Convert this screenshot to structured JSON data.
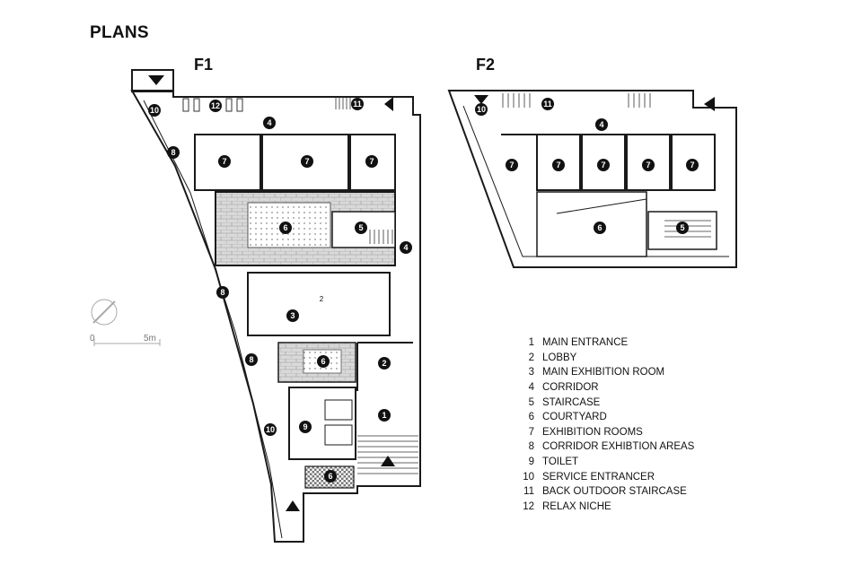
{
  "title": "PLANS",
  "floors": [
    {
      "label": "F1"
    },
    {
      "label": "F2"
    }
  ],
  "scale_bar": {
    "start": "0",
    "end": "5m"
  },
  "f1_markers": {
    "m10a": "10",
    "m12": "12",
    "m11": "11",
    "m4a": "4",
    "m8a": "8",
    "m7a": "7",
    "m7b": "7",
    "m7c": "7",
    "m6a": "6",
    "m5": "5",
    "m4b": "4",
    "m2small": "2",
    "m8b": "8",
    "m3": "3",
    "m6b": "6",
    "m8c": "8",
    "m2": "2",
    "m10b": "10",
    "m9": "9",
    "m1": "1",
    "m6c": "6"
  },
  "f2_markers": {
    "m10": "10",
    "m11": "11",
    "m4": "4",
    "m7a": "7",
    "m7b": "7",
    "m7c": "7",
    "m7d": "7",
    "m7e": "7",
    "m6": "6",
    "m5": "5"
  },
  "legend": [
    {
      "num": "1",
      "label": "MAIN ENTRANCE"
    },
    {
      "num": "2",
      "label": "LOBBY"
    },
    {
      "num": "3",
      "label": "MAIN EXHIBITION ROOM"
    },
    {
      "num": "4",
      "label": "CORRIDOR"
    },
    {
      "num": "5",
      "label": "STAIRCASE"
    },
    {
      "num": "6",
      "label": "COURTYARD"
    },
    {
      "num": "7",
      "label": "EXHIBITION ROOMS"
    },
    {
      "num": "8",
      "label": "CORRIDOR EXHIBTION AREAS"
    },
    {
      "num": "9",
      "label": "TOILET"
    },
    {
      "num": "10",
      "label": "SERVICE ENTRANCER"
    },
    {
      "num": "11",
      "label": "BACK OUTDOOR STAIRCASE"
    },
    {
      "num": "12",
      "label": "RELAX NICHE"
    }
  ]
}
